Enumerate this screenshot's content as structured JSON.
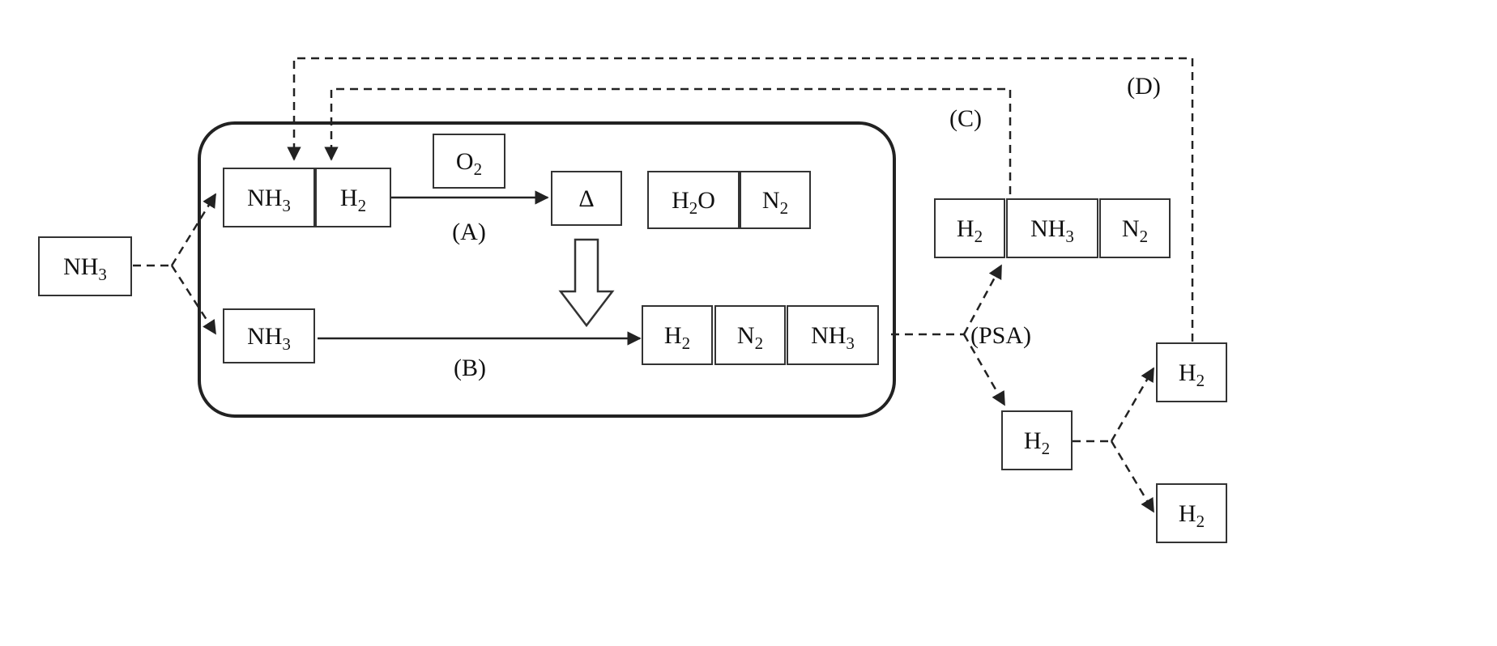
{
  "boxes": {
    "feed_nh3": {
      "main": "NH",
      "sub": "3"
    },
    "a_nh3": {
      "main": "NH",
      "sub": "3"
    },
    "a_h2": {
      "main": "H",
      "sub": "2"
    },
    "o2": {
      "main": "O",
      "sub": "2"
    },
    "heat": {
      "main": "Δ"
    },
    "a_h2o": {
      "main": "H",
      "sub": "2",
      "tail": "O"
    },
    "a_n2": {
      "main": "N",
      "sub": "2"
    },
    "b_nh3": {
      "main": "NH",
      "sub": "3"
    },
    "prod_h2": {
      "main": "H",
      "sub": "2"
    },
    "prod_n2": {
      "main": "N",
      "sub": "2"
    },
    "prod_nh3": {
      "main": "NH",
      "sub": "3"
    },
    "off_h2": {
      "main": "H",
      "sub": "2"
    },
    "off_nh3": {
      "main": "NH",
      "sub": "3"
    },
    "off_n2": {
      "main": "N",
      "sub": "2"
    },
    "pure_h2": {
      "main": "H",
      "sub": "2"
    },
    "recycle_h2": {
      "main": "H",
      "sub": "2"
    },
    "out_h2": {
      "main": "H",
      "sub": "2"
    }
  },
  "labels": {
    "a": "(A)",
    "b": "(B)",
    "c": "(C)",
    "d": "(D)",
    "psa": "(PSA)"
  }
}
